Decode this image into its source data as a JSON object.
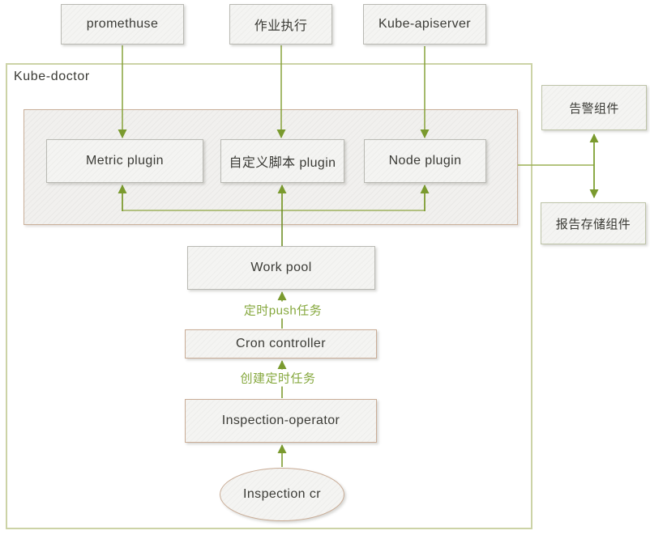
{
  "diagram": {
    "container_label": "Kube-doctor",
    "nodes": {
      "prometheus": "promethuse",
      "job_exec": "作业执行",
      "apiserver": "Kube-apiserver",
      "metric_plugin": "Metric plugin",
      "script_plugin": "自定义脚本 plugin",
      "node_plugin": "Node plugin",
      "work_pool": "Work pool",
      "cron_controller": "Cron controller",
      "inspection_operator": "Inspection-operator",
      "inspection_cr": "Inspection cr",
      "alert_component": "告警组件",
      "report_storage": "报告存储组件"
    },
    "edge_labels": {
      "push_task": "定时push任务",
      "create_task": "创建定时任务"
    },
    "colors": {
      "arrow_dark": "#7a9a2e",
      "arrow_medium": "#7e9c31",
      "arrow_light": "#a9ba70",
      "edge_label_green": "#86a83e",
      "outer_container_border": "#ccd3a6",
      "inner_container_border": "#c9af99",
      "box_border_gray": "#b9b9b3",
      "box_border_tan": "#c9ac96",
      "box_border_sage": "#bdc3a7",
      "box_fill": "#f4f4f2",
      "text": "#3b3b36"
    }
  }
}
